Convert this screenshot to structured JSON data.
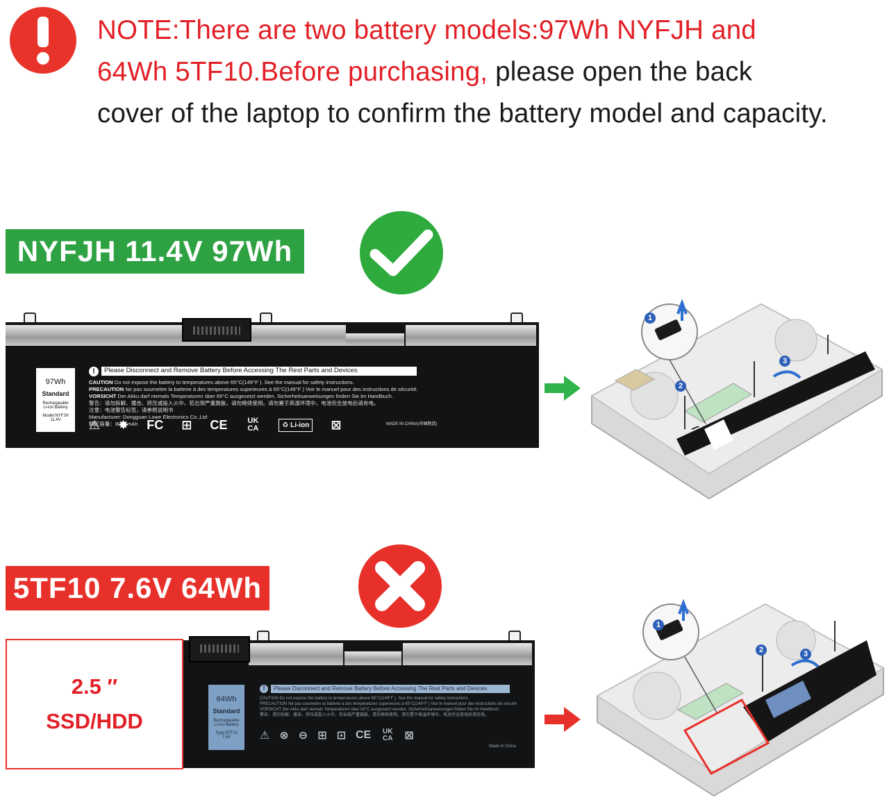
{
  "note": {
    "red_part_1": "NOTE:There are two battery models:97Wh NYFJH and",
    "red_part_2": "64Wh 5TF10.Before purchasing,",
    "black_part_2": " please open the back",
    "black_part_3": "cover of the laptop to confirm the battery model and capacity.",
    "icon": "exclamation-icon"
  },
  "compatible": {
    "label": "NYFJH 11.4V 97Wh",
    "status_icon": "check-icon",
    "color": "#2ea243",
    "battery": {
      "capacity": "97Wh",
      "type": "Standard",
      "rechargeable_1": "Rechargeable",
      "rechargeable_2": "Li-ion Battery",
      "model_line": "Model:NYFJH",
      "voltage_line": "11.4V",
      "warning": "Please Disconnect and Remove Battery Before Accessing The Rest Parts and Devices",
      "caution_label": "CAUTION",
      "caution": " Do not expose the battery to temperatures above 65°C(149°F ). See the manual for safety instructions.",
      "precaution_label": "PRECAUTION",
      "precaution": " Ne pas soumettre la batterie à des temperatures superieures à 65°C(149°F ) Voir le manuel pour des instructions de sécurité.",
      "vorsicht_label": "VORSICHT",
      "vorsicht": " Der Akku darf niemals Temperaturen über 65°C ausgesetzt werden. Sicherheitsanweisungen finden Sie im Handbuch.",
      "chinese": "警告：请勿拆解、撞击、挤压或投入火中，若出现严重鼓胀，请勿继续使用。请勿置于高温环境中，电池完全放电后请充电。",
      "chinese_2": "注意：电池警告标签，请参照说明书",
      "manufacturer": "Manufacturer: Dongguan Lowe Electronics Co.,Ltd",
      "rated": "额定容量：8074mAh",
      "made_in": "MADE IN CHINA(中国制造)",
      "marks": [
        "⚠",
        "✸",
        "FC",
        "⊞",
        "CE",
        "UK CA",
        "♻ Li-ion",
        "⊠"
      ]
    },
    "callouts": [
      "1",
      "2",
      "3"
    ]
  },
  "incompatible": {
    "label": "5TF10 7.6V 64Wh",
    "status_icon": "cross-icon",
    "color": "#e8302a",
    "ssd_line_1": "2.5 ″",
    "ssd_line_2": "SSD/HDD",
    "battery": {
      "capacity": "64Wh",
      "type": "Standard",
      "rechargeable_1": "Rechargeable",
      "rechargeable_2": "Li-ion Battery",
      "model_line": "Type:5TF10",
      "voltage_line": "7.6V",
      "warning": "Please Disconnect and Remove Battery Before Accessing The Rest Parts and Devices",
      "caution": "CAUTION Do not expose the battery to temperatures above 65°C(149°F ). See the manual for safety instructions.",
      "precaution": "PRECAUTION Ne pas soumettre la batterie à des temperatures superieures à 65°C(149°F ) Voir le manuel pour des instructions de sécurité.",
      "vorsicht": "VORSICHT Der Akku darf niemals Temperaturen über 65°C ausgesetzt werden. Sicherheitsanweisungen finden Sie im Handbuch.",
      "chinese": "警告：请勿拆解、撞击、挤压或投入火中，若出现严重鼓胀，请勿继续使用。请勿置于高温环境中，电池完全放电后请充电。",
      "made_in": "Made in China",
      "marks": [
        "⚠",
        "⊗",
        "⊖",
        "⊞",
        "⊡",
        "CE",
        "UK CA",
        "⊠"
      ]
    },
    "callouts": [
      "1",
      "2",
      "3"
    ]
  }
}
